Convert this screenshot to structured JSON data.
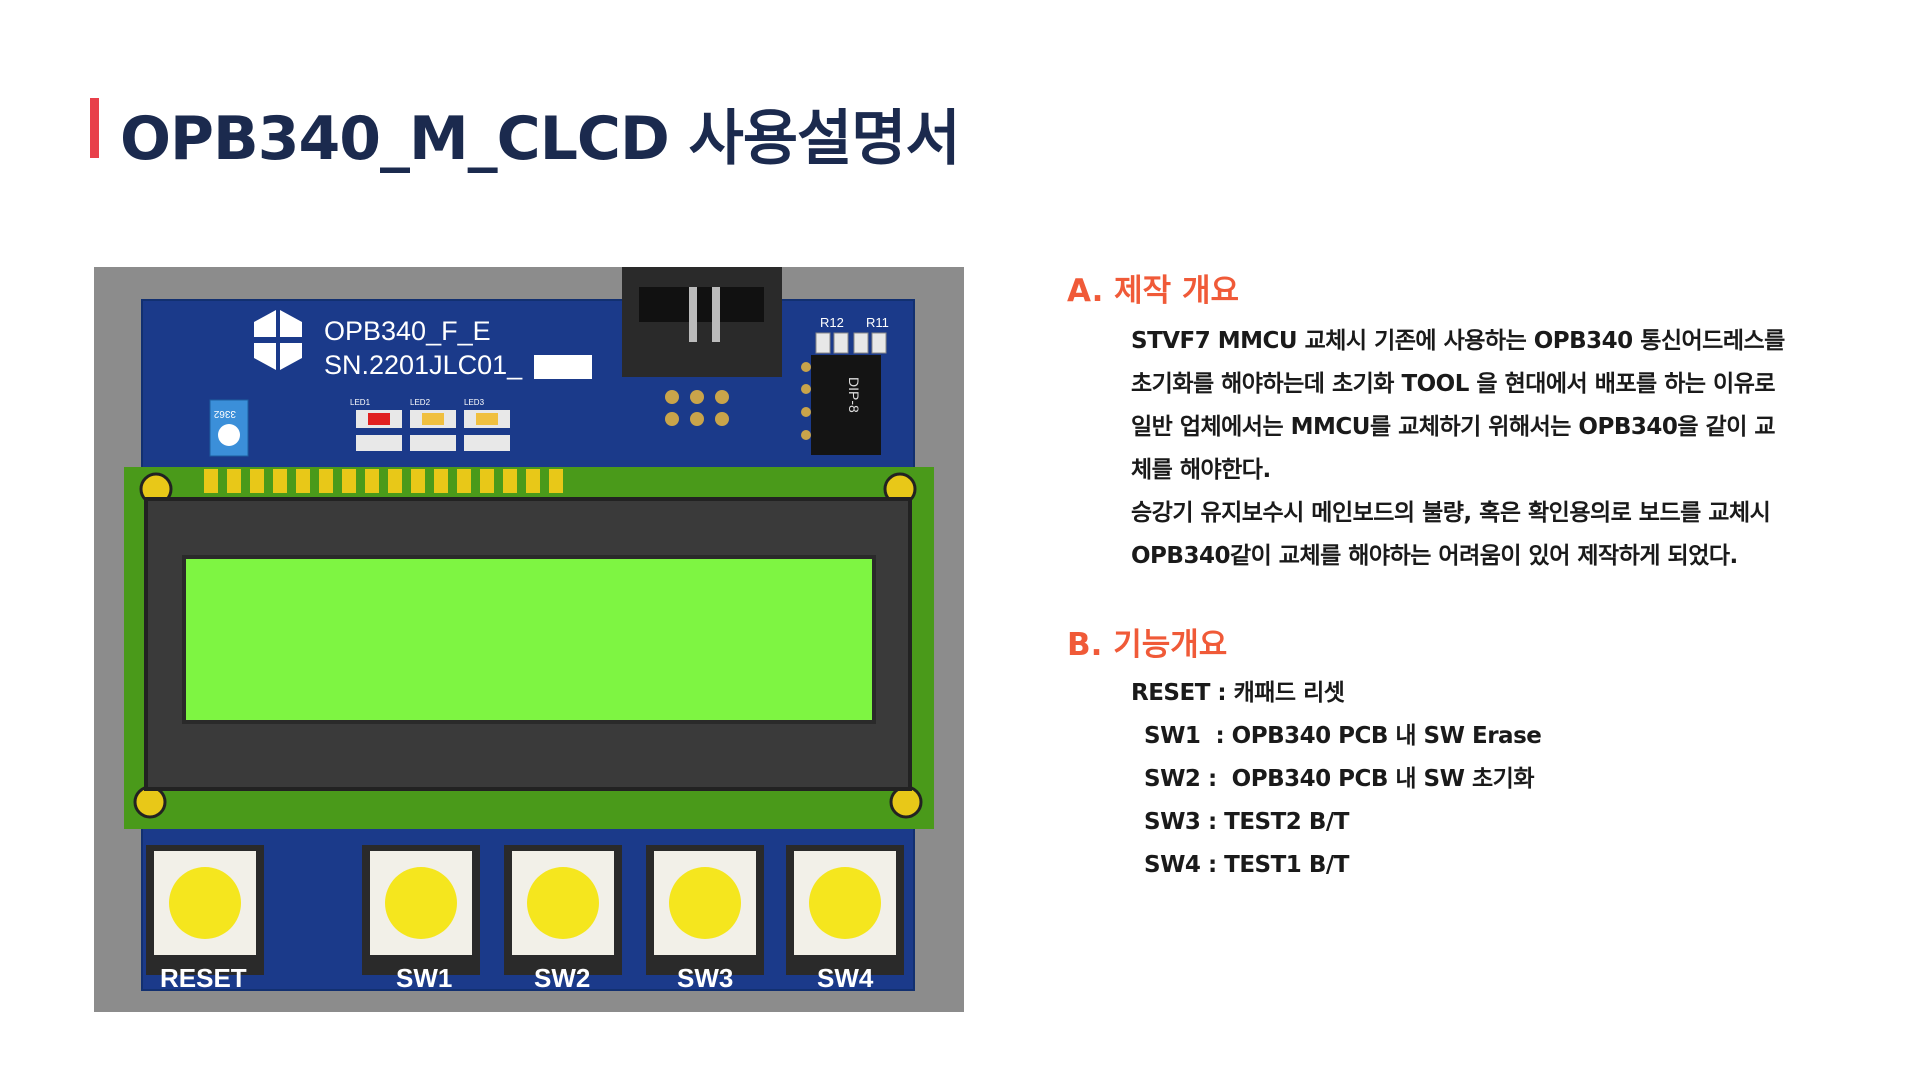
{
  "title": "OPB340_M_CLCD 사용설명서",
  "board": {
    "name": "OPB340_F_E",
    "serial": "SN.2201JLC01_",
    "pot_label": "3362",
    "ic_label": "DIP-8",
    "resistors": [
      "R12",
      "R11"
    ],
    "led_labels": [
      "LED1",
      "LED2",
      "LED3"
    ],
    "buttons": [
      "RESET",
      "SW1",
      "SW2",
      "SW3",
      "SW4"
    ]
  },
  "sections": {
    "a": {
      "heading": "A. 제작 개요",
      "lines": [
        "STVF7 MMCU 교체시 기존에 사용하는 OPB340 통신어드레스를",
        "초기화를 해야하는데 초기화 TOOL 을 현대에서 배포를 하는 이유로",
        "일반 업체에서는 MMCU를 교체하기 위해서는 OPB340을 같이 교",
        "체를 해야한다.",
        "승강기 유지보수시 메인보드의 불량, 혹은 확인용의로 보드를 교체시",
        "OPB340같이 교체를 해야하는 어려움이 있어 제작하게 되었다."
      ]
    },
    "b": {
      "heading": "B. 기능개요",
      "items": [
        "RESET : 캐패드 리셋",
        "SW1  : OPB340 PCB 내 SW Erase",
        "SW2 :  OPB340 PCB 내 SW 초기화",
        "SW3 : TEST2 B/T",
        "SW4 : TEST1 B/T"
      ]
    }
  },
  "colors": {
    "title": "#1b2a4e",
    "accent_bar": "#e8404a",
    "section_heading": "#f05a38",
    "pcb": "#1b3a8a",
    "lcd_screen": "#7ef542"
  }
}
